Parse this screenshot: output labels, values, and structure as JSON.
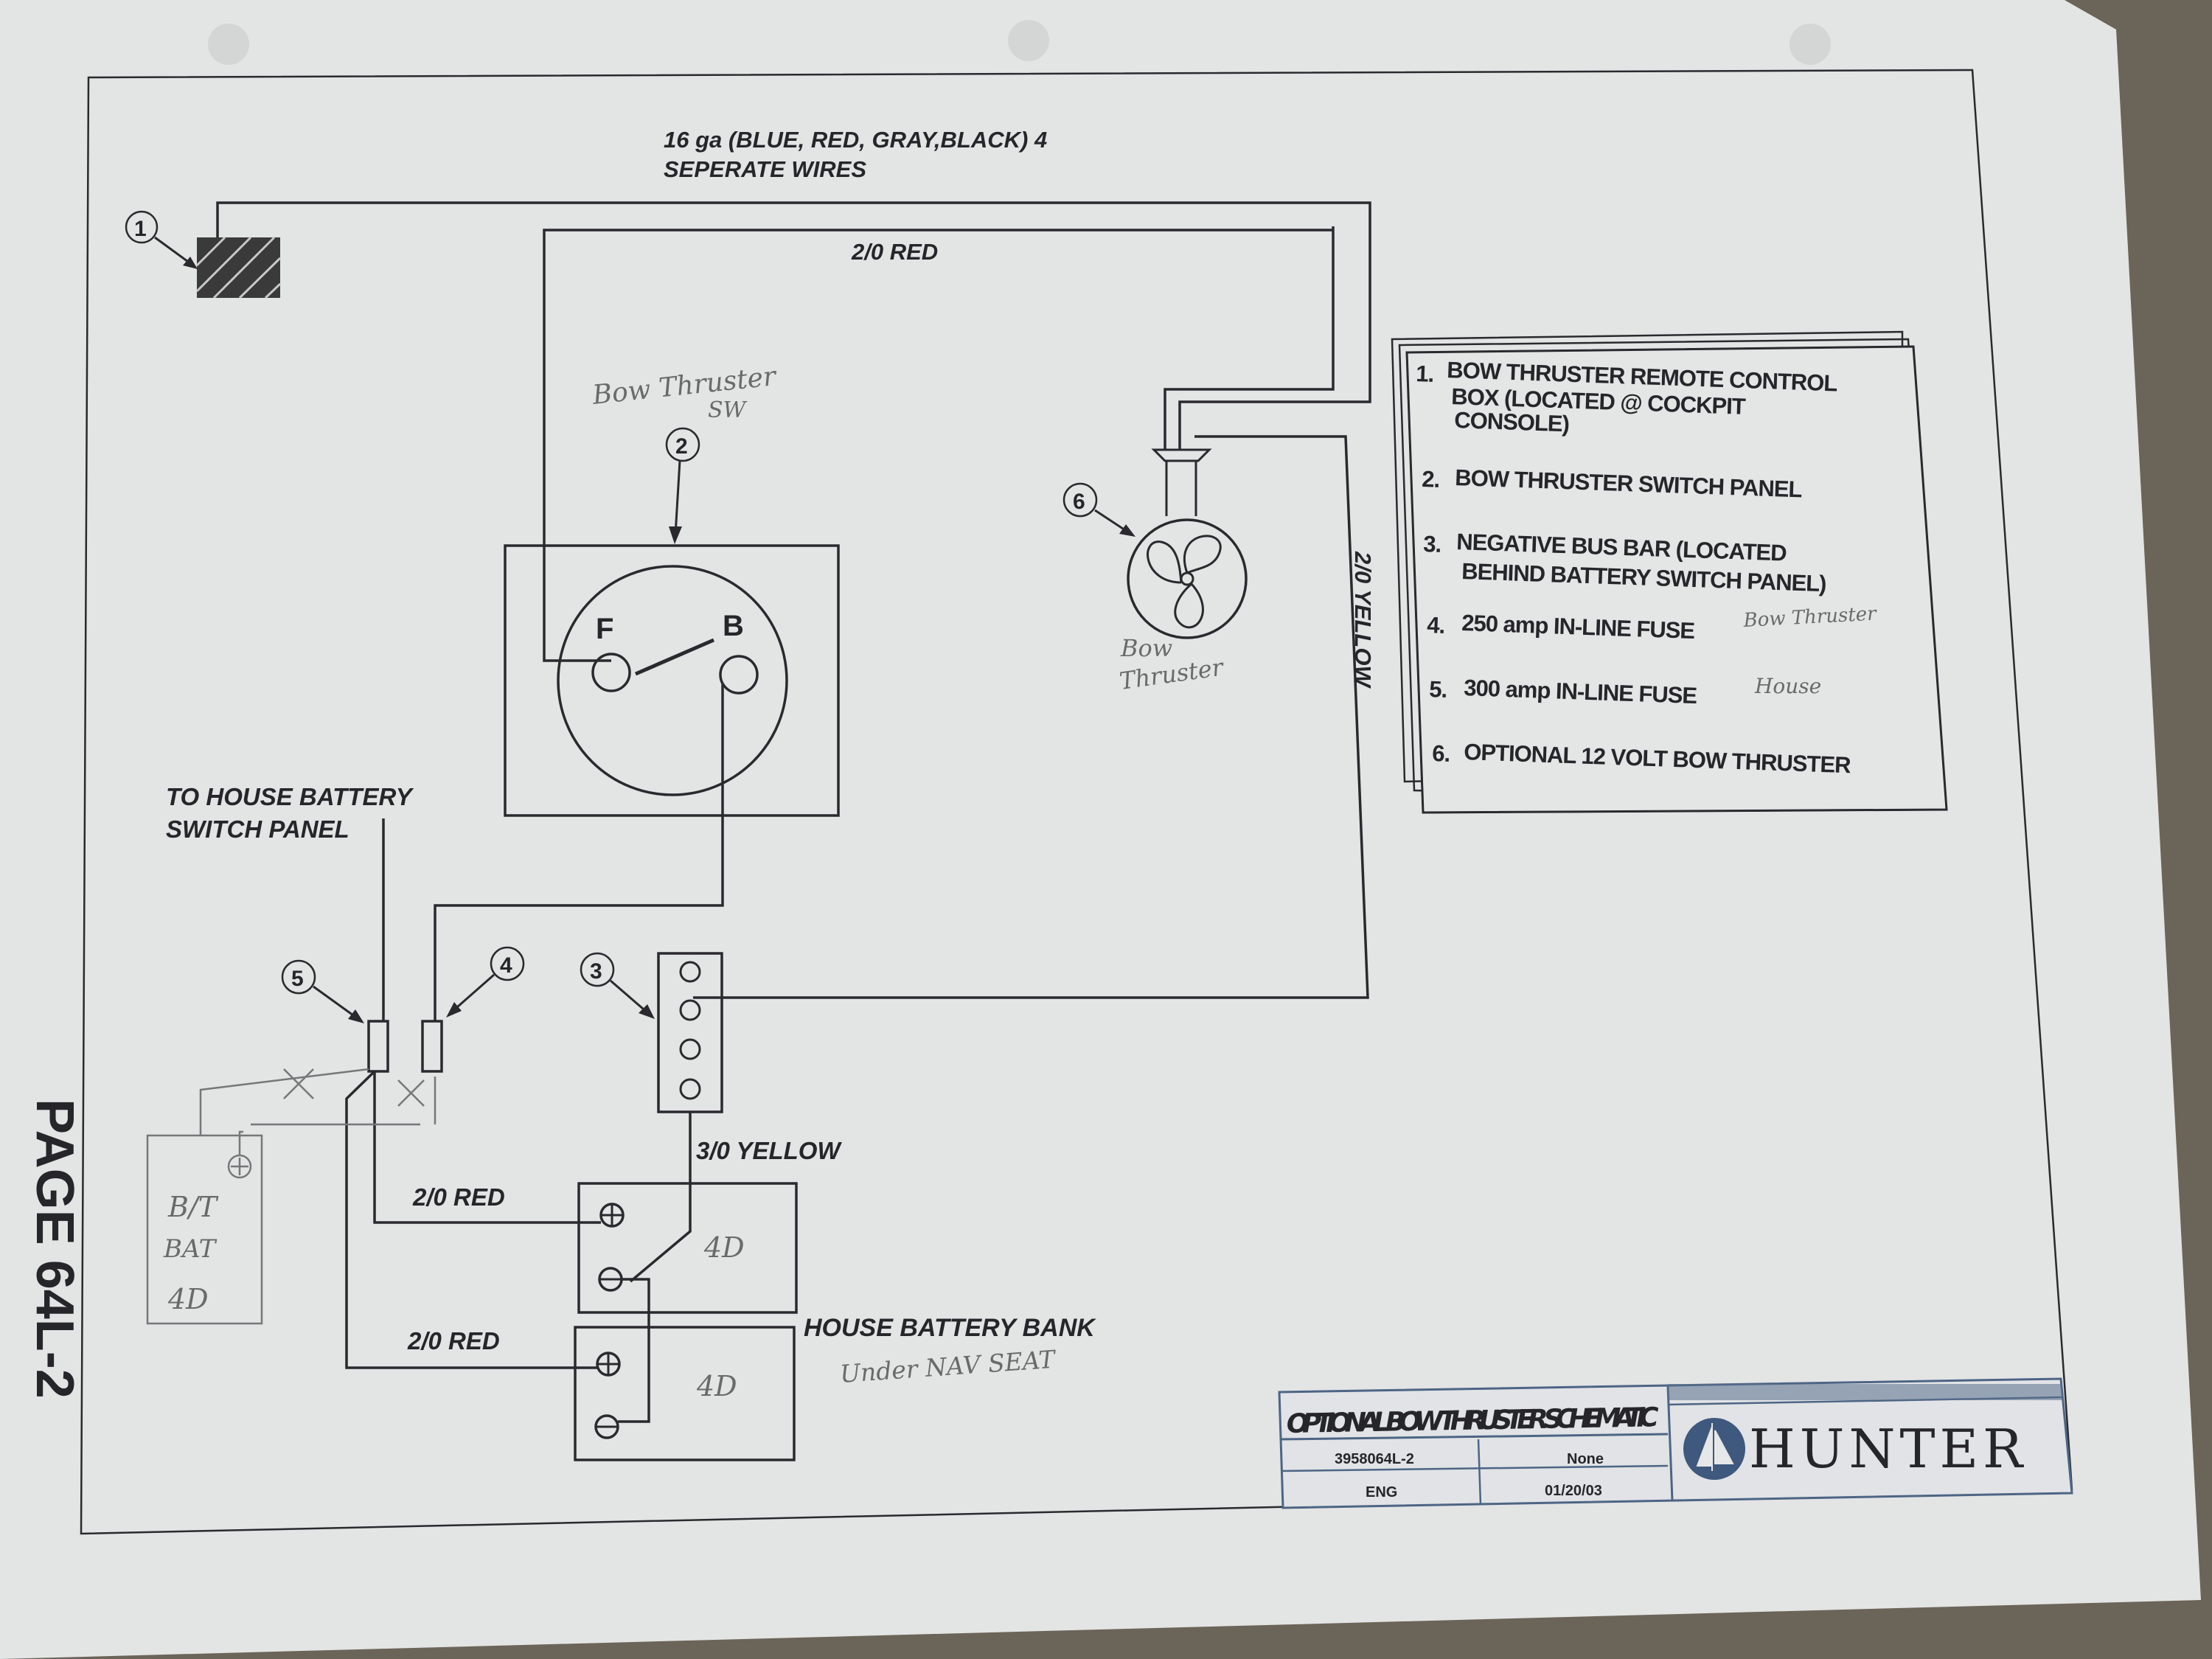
{
  "page_label": "PAGE 64L-2",
  "wire_note": {
    "line1": "16 ga  (BLUE, RED, GRAY,BLACK) 4",
    "line2": "SEPERATE WIRES"
  },
  "wire_labels": {
    "red_top": "2/0 RED",
    "yellow_vertical": "2/0 YELLOW",
    "yellow_3_0": "3/0 YELLOW",
    "red_battery_1": "2/0 RED",
    "red_battery_2": "2/0 RED"
  },
  "switch": {
    "terminal_f": "F",
    "terminal_b": "B"
  },
  "callouts": [
    "1",
    "2",
    "3",
    "4",
    "5",
    "6"
  ],
  "house_switch_label": {
    "line1": "TO HOUSE BATTERY",
    "line2": "SWITCH PANEL"
  },
  "house_bank_label": "HOUSE BATTERY BANK",
  "handwritten": {
    "bow_thruster_sw_1": "Bow Thruster",
    "bow_thruster_sw_2": "SW",
    "bow_thruster_1": "Bow",
    "bow_thruster_2": "Thruster",
    "legend_fuse_250": "Bow Thruster",
    "legend_fuse_300": "House",
    "bt_bat_1": "B/T",
    "bt_bat_2": "BAT",
    "bt_bat_3": "4D",
    "battery_upper": "4D",
    "battery_lower": "4D",
    "under_nav": "Under NAV SEAT"
  },
  "legend": [
    {
      "num": "1.",
      "lines": [
        "BOW THRUSTER REMOTE CONTROL",
        "BOX (LOCATED @ COCKPIT",
        "CONSOLE)"
      ]
    },
    {
      "num": "2.",
      "lines": [
        "BOW THRUSTER SWITCH PANEL"
      ]
    },
    {
      "num": "3.",
      "lines": [
        "NEGATIVE BUS BAR (LOCATED",
        "BEHIND BATTERY SWITCH PANEL)"
      ]
    },
    {
      "num": "4.",
      "lines": [
        "250 amp IN-LINE FUSE"
      ]
    },
    {
      "num": "5.",
      "lines": [
        "300 amp IN-LINE FUSE"
      ]
    },
    {
      "num": "6.",
      "lines": [
        "OPTIONAL 12 VOLT BOW THRUSTER"
      ]
    }
  ],
  "title_block": {
    "title": "OPTIONAL BOW THRUSTER SCHEMATIC",
    "drawing_number": "3958064L-2",
    "scale": "None",
    "dept": "ENG",
    "date": "01/20/03",
    "brand": "HUNTER"
  },
  "colors": {
    "paper": "#e6e7e7",
    "ink": "#2a2a2e",
    "pencil": "#77777a",
    "title_block_ink": "#5a6f8a"
  }
}
